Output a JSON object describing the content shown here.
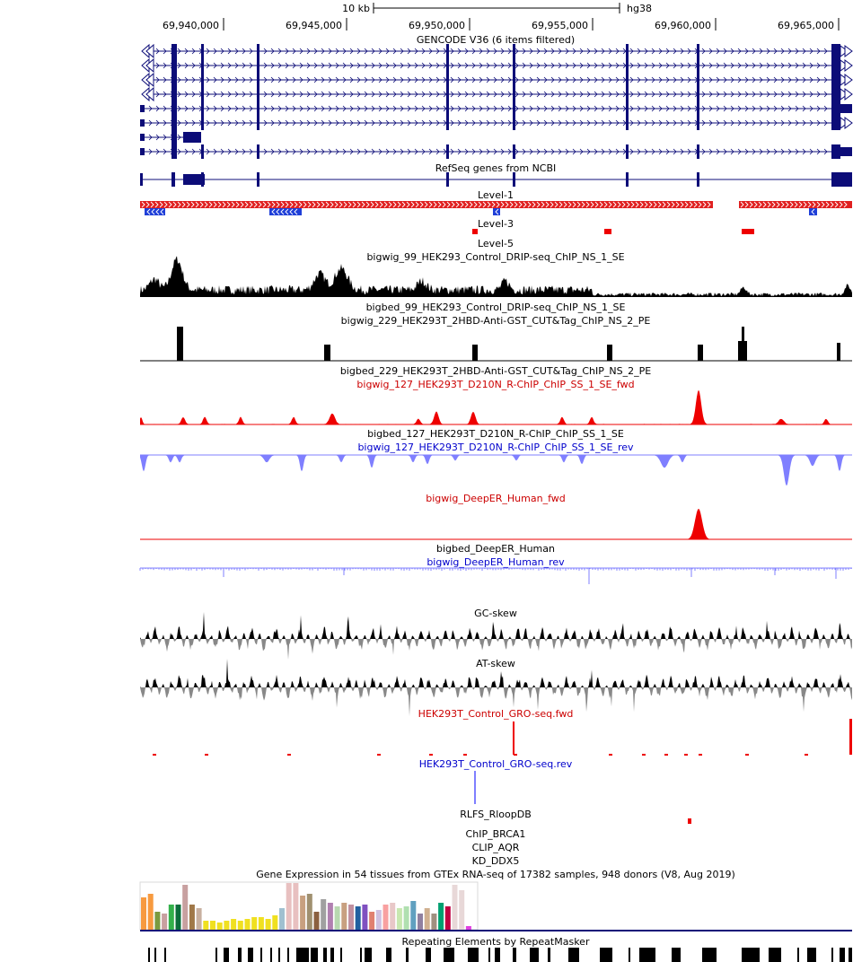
{
  "scale": {
    "label": "10 kb",
    "assembly": "hg38"
  },
  "ruler": {
    "ticks": [
      "69,940,000",
      "69,945,000",
      "69,950,000",
      "69,955,000",
      "69,960,000",
      "69,965,000"
    ]
  },
  "tracks": {
    "gencode": "GENCODE V36 (6 items filtered)",
    "refseq": "RefSeq genes from NCBI",
    "level1": "Level-1",
    "level3": "Level-3",
    "level5": "Level-5",
    "drip_bigwig": "bigwig_99_HEK293_Control_DRIP-seq_ChIP_NS_1_SE",
    "drip_bigbed": "bigbed_99_HEK293_Control_DRIP-seq_ChIP_NS_1_SE",
    "cuttag_bigwig": "bigwig_229_HEK293T_2HBD-Anti-GST_CUT&Tag_ChIP_NS_2_PE",
    "cuttag_bigbed": "bigbed_229_HEK293T_2HBD-Anti-GST_CUT&Tag_ChIP_NS_2_PE",
    "rchip_fwd": "bigwig_127_HEK293T_D210N_R-ChIP_ChIP_SS_1_SE_fwd",
    "rchip_bigbed": "bigbed_127_HEK293T_D210N_R-ChIP_ChIP_SS_1_SE",
    "rchip_rev": "bigwig_127_HEK293T_D210N_R-ChIP_ChIP_SS_1_SE_rev",
    "deeper_fwd": "bigwig_DeepER_Human_fwd",
    "deeper_bigbed": "bigbed_DeepER_Human",
    "deeper_rev": "bigwig_DeepER_Human_rev",
    "gc_skew": "GC-skew",
    "at_skew": "AT-skew",
    "gro_fwd": "HEK293T_Control_GRO-seq.fwd",
    "gro_rev": "HEK293T_Control_GRO-seq.rev",
    "rlfs": "RLFS_RloopDB",
    "chip_brca1": "ChIP_BRCA1",
    "clip_aqr": "CLIP_AQR",
    "kd_ddx5": "KD_DDX5",
    "gtex": "Gene Expression in 54 tissues from GTEx RNA-seq of 17382 samples, 948 donors (V8, Aug 2019)",
    "repeatmasker": "Repeating Elements by RepeatMasker"
  },
  "colors": {
    "gene": "#0c0c78",
    "level1_fwd": "#e02020",
    "level1_rev": "#1f3fd8",
    "signal_black": "#000000",
    "fwd_red": "#ee0000",
    "rev_blue": "#7f7fff",
    "skew_neg": "#888888",
    "label_red": "#cc0000",
    "label_blue": "#0000cc"
  }
}
